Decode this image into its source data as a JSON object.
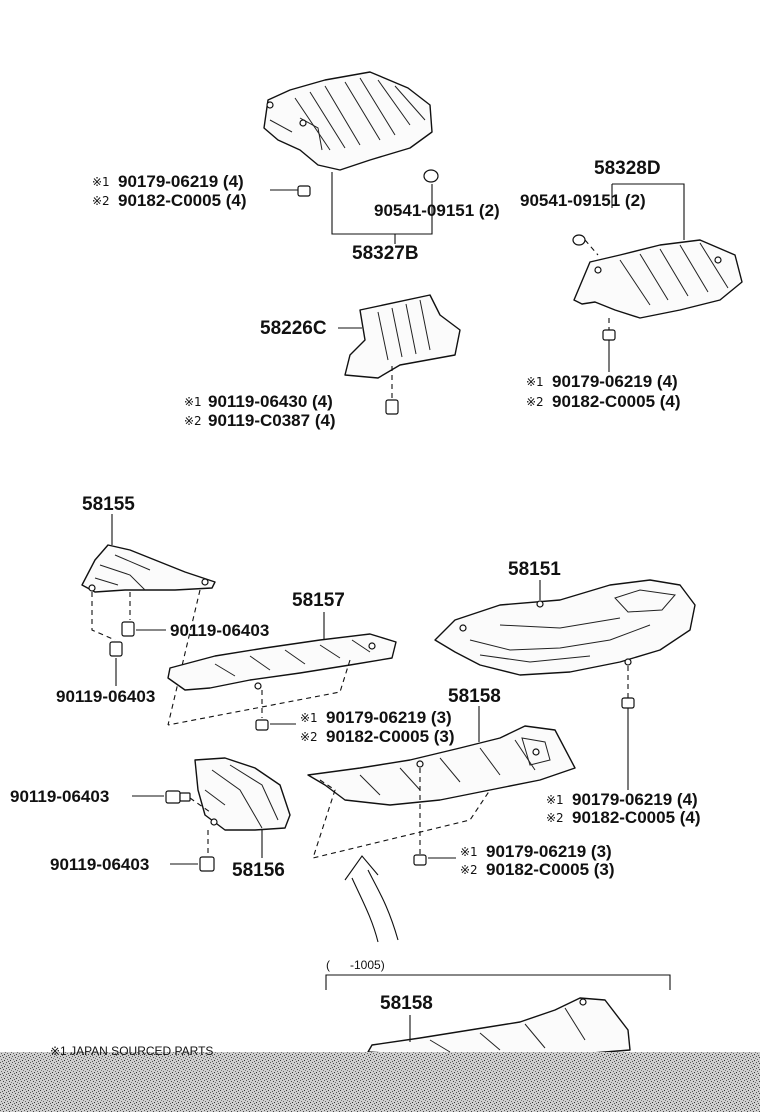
{
  "labels": {
    "p58327B": "58327B",
    "p58328D": "58328D",
    "p58226C": "58226C",
    "p58155": "58155",
    "p58151": "58151",
    "p58157": "58157",
    "p58158": "58158",
    "p58156": "58156",
    "p58158b": "58158"
  },
  "callouts": {
    "a1_mark": "※1",
    "a1_text": "90179-06219 (4)",
    "a2_mark": "※2",
    "a2_text": "90182-C0005 (4)",
    "a3_text": "90541-09151 (2)",
    "b1_text": "90541-09151 (2)",
    "b2_mark": "※1",
    "b2_text": "90179-06219 (4)",
    "b3_mark": "※2",
    "b3_text": "90182-C0005 (4)",
    "c1_mark": "※1",
    "c1_text": "90119-06430 (4)",
    "c2_mark": "※2",
    "c2_text": "90119-C0387 (4)",
    "d1_text": "90119-06403",
    "d2_text": "90119-06403",
    "e1_mark": "※1",
    "e1_text": "90179-06219 (3)",
    "e2_mark": "※2",
    "e2_text": "90182-C0005 (3)",
    "f1_mark": "※1",
    "f1_text": "90179-06219 (4)",
    "f2_mark": "※2",
    "f2_text": "90182-C0005 (4)",
    "g1_text": "90119-06403",
    "g2_text": "90119-06403",
    "h1_mark": "※1",
    "h1_text": "90179-06219 (3)",
    "h2_mark": "※2",
    "h2_text": "90182-C0005 (3)",
    "range_text": "(      -1005)"
  },
  "footnote": "※1 JAPAN SOURCED PARTS"
}
